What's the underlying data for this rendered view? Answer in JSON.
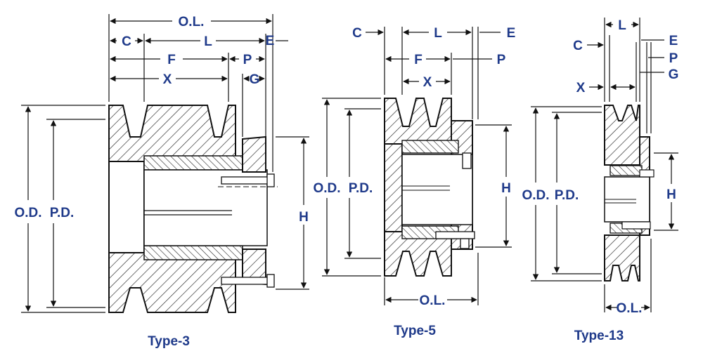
{
  "diagrams": [
    {
      "caption": "Type-3",
      "labels": {
        "ol": "O.L.",
        "c": "C",
        "l": "L",
        "e": "E",
        "f": "F",
        "p": "P",
        "x": "X",
        "g": "G",
        "od": "O.D.",
        "pd": "P.D.",
        "h": "H"
      }
    },
    {
      "caption": "Type-5",
      "labels": {
        "c": "C",
        "l": "L",
        "e": "E",
        "f": "F",
        "p": "P",
        "x": "X",
        "od": "O.D.",
        "pd": "P.D.",
        "h": "H",
        "ol": "O.L."
      }
    },
    {
      "caption": "Type-13",
      "labels": {
        "l": "L",
        "c": "C",
        "e": "E",
        "p": "P",
        "x": "X",
        "g": "G",
        "od": "O.D.",
        "pd": "P.D.",
        "h": "H",
        "ol": "O.L."
      }
    }
  ],
  "colors": {
    "label": "#1f3a8a",
    "line": "#111111"
  }
}
